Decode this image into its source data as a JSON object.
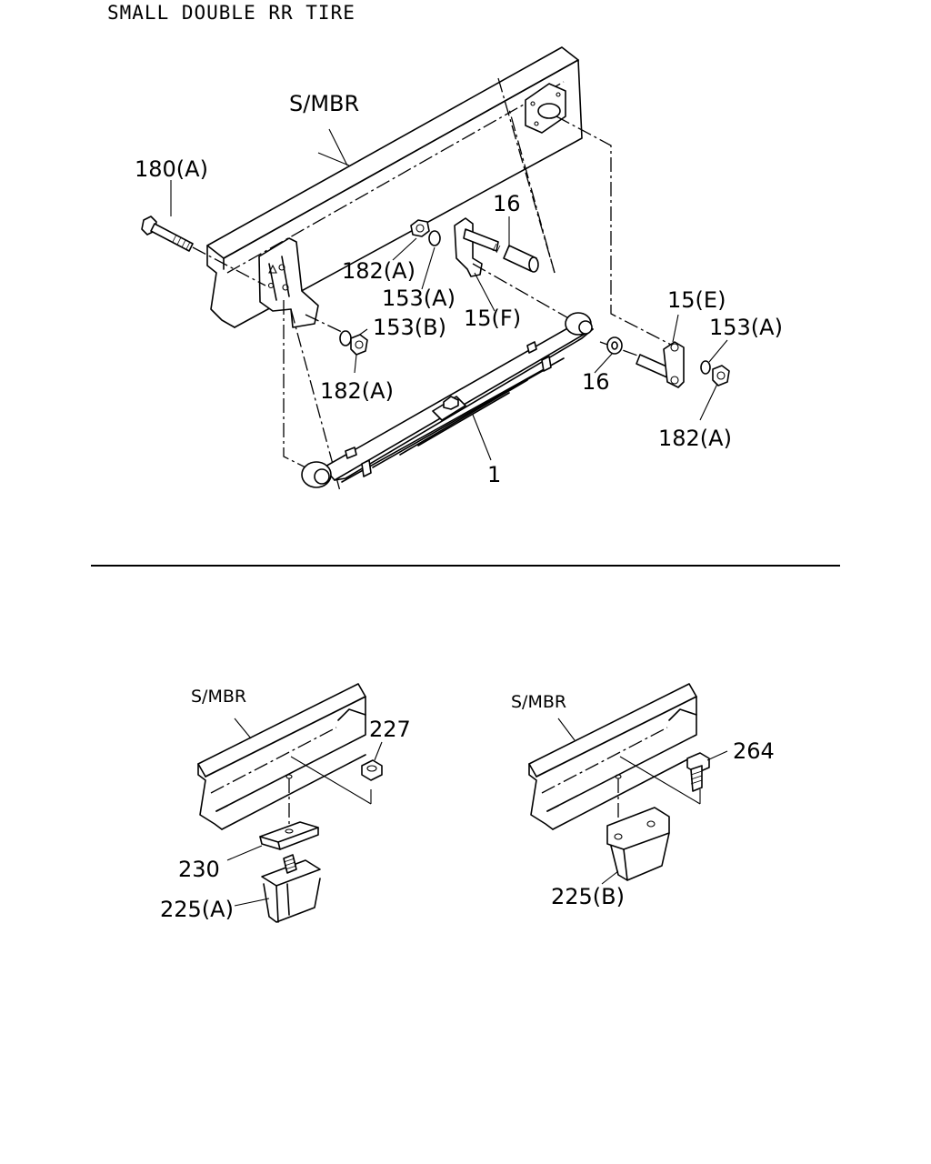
{
  "header": {
    "title": "SMALL DOUBLE RR TIRE"
  },
  "labels": {
    "smbr_top": "S/MBR",
    "smbr_left": "S/MBR",
    "smbr_right": "S/MBR",
    "p180a": "180(A)",
    "p182a_1": "182(A)",
    "p153a_1": "153(A)",
    "p16_top": "16",
    "p15f": "15(F)",
    "p153b": "153(B)",
    "p182a_2": "182(A)",
    "p15e": "15(E)",
    "p153a_2": "153(A)",
    "p16_bottom": "16",
    "p182a_3": "182(A)",
    "p1": "1",
    "p227": "227",
    "p230": "230",
    "p225a": "225(A)",
    "p264": "264",
    "p225b": "225(B)"
  },
  "colors": {
    "ink": "#000000",
    "paper": "#ffffff"
  }
}
